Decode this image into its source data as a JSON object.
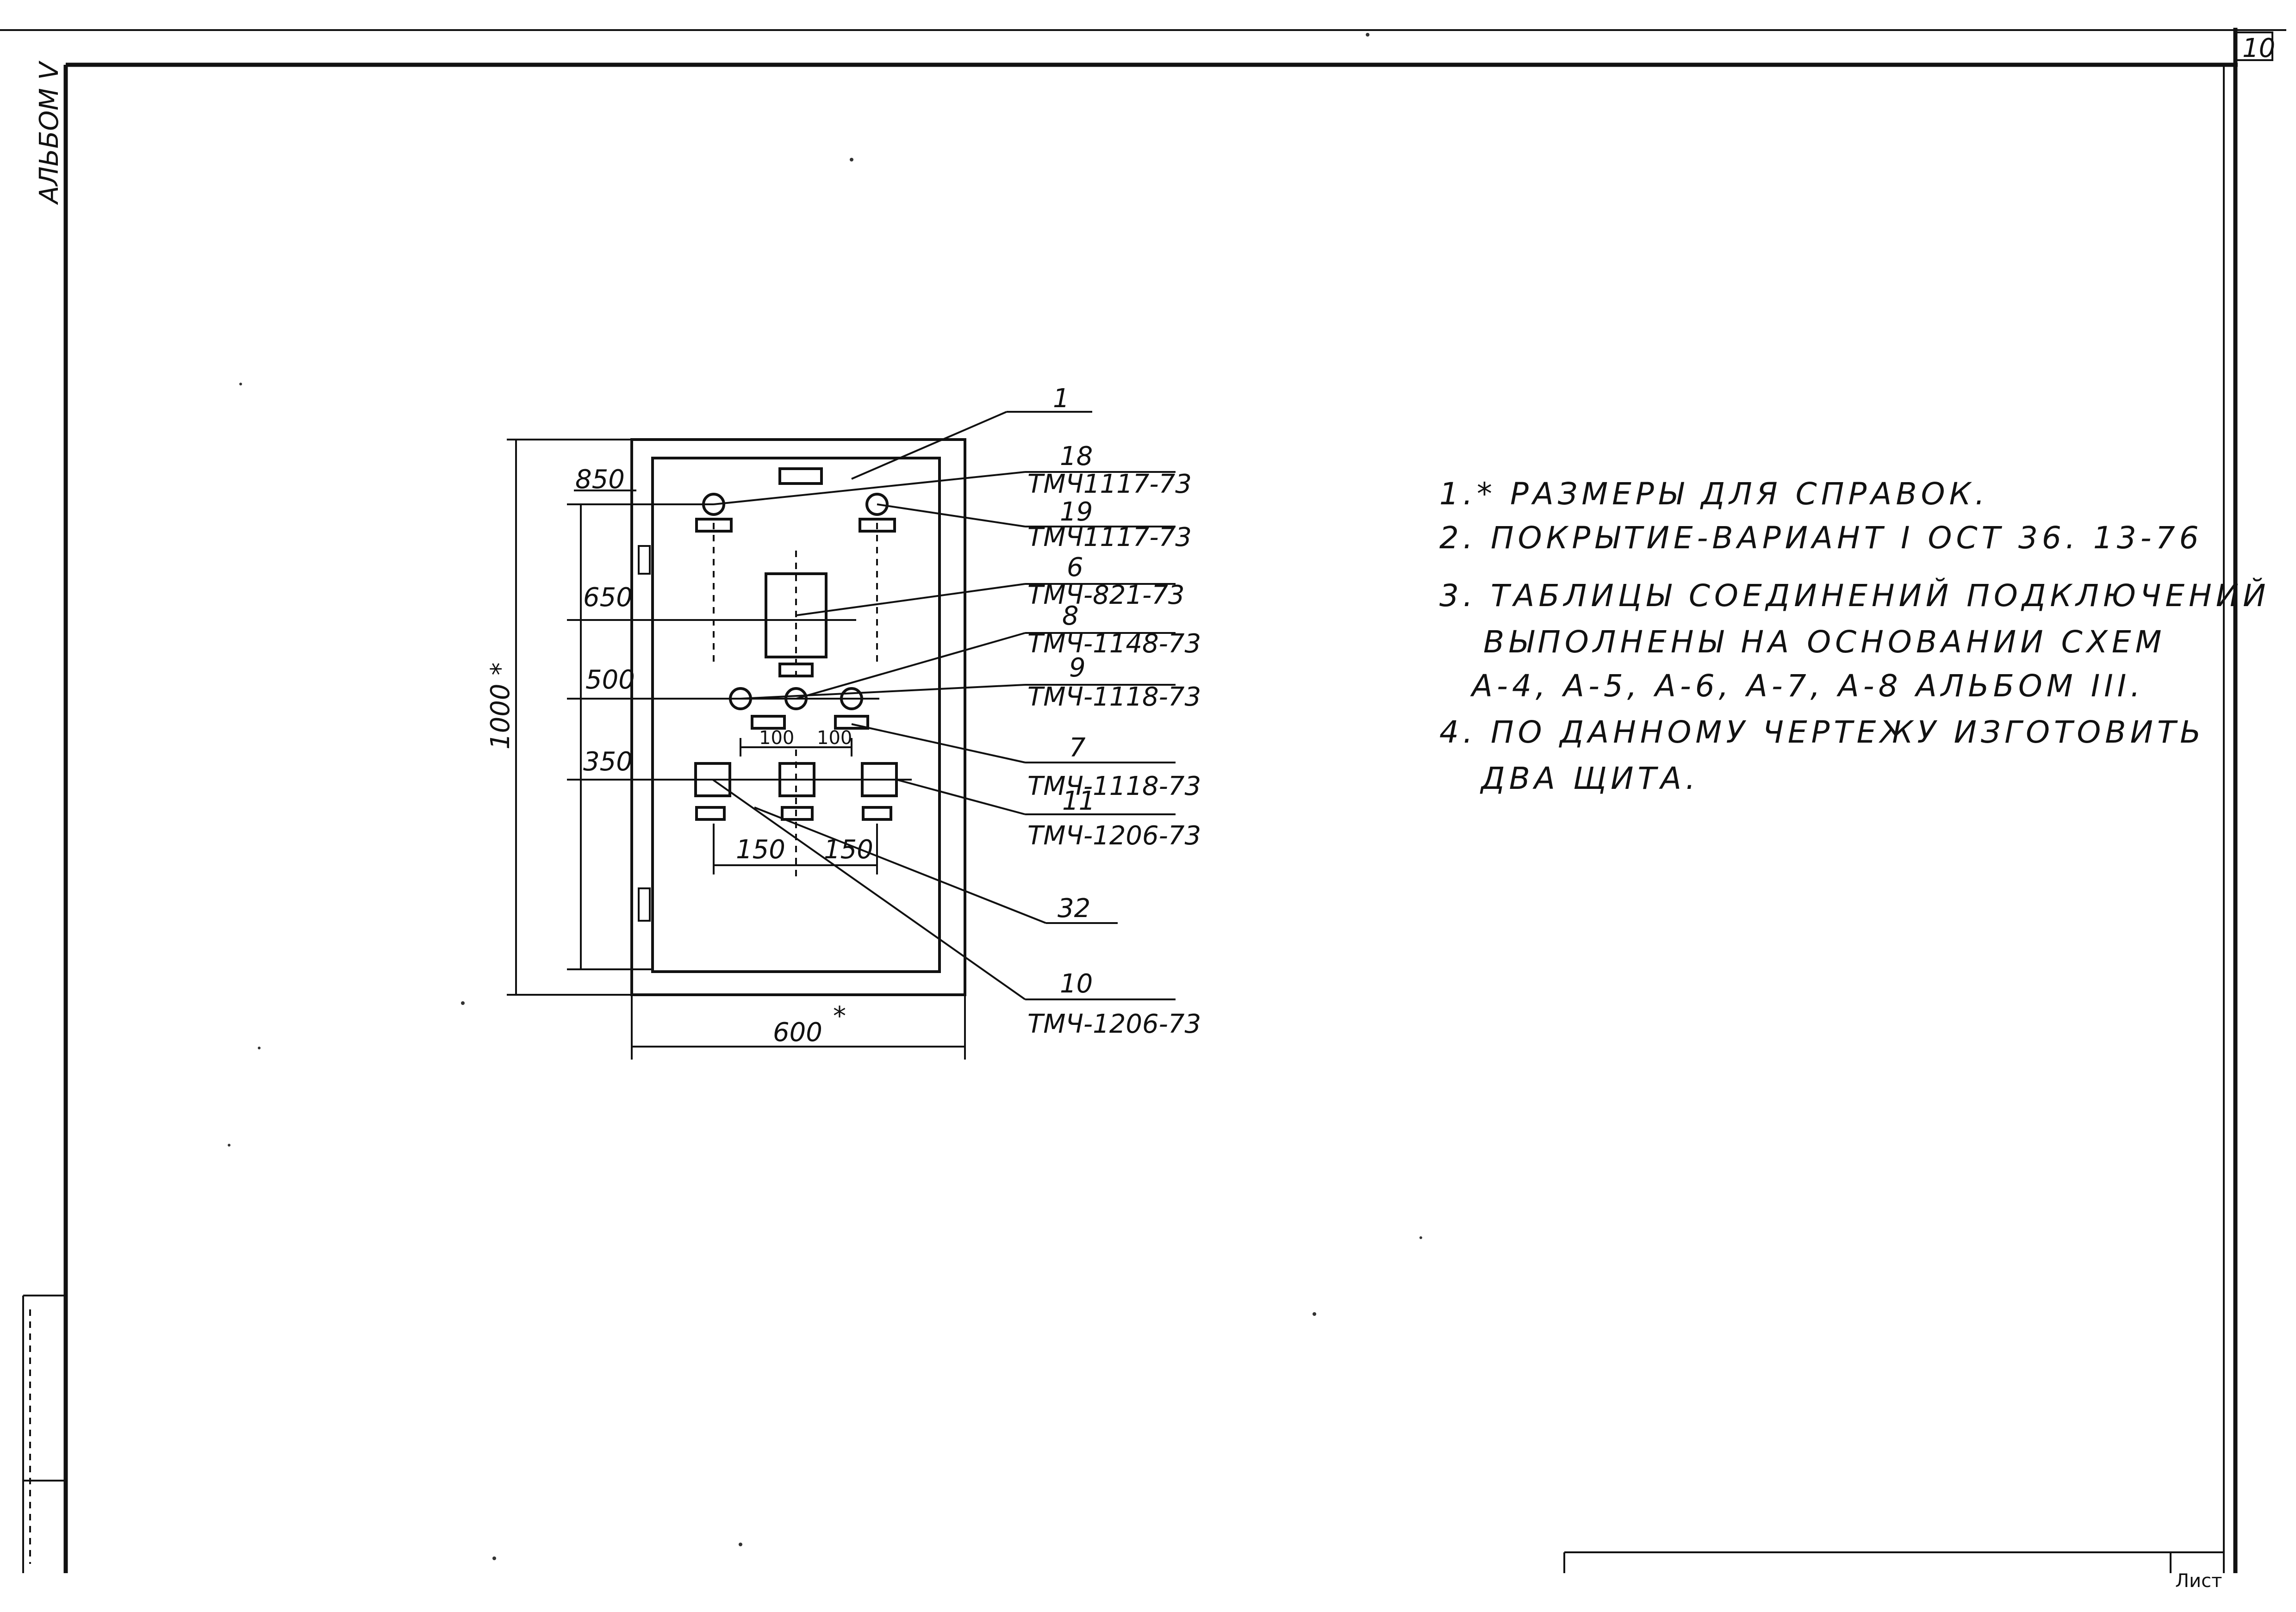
{
  "sheet": {
    "album": "АЛЬБОМ V",
    "sheet_number": "10",
    "title_block_label": "Лист"
  },
  "panel_drawing": {
    "dimensions": {
      "height_total": "1000 *",
      "width_total": "600",
      "width_star": "*",
      "level_850": "850",
      "level_650": "650",
      "level_500": "500",
      "level_350": "350",
      "spacing_100_left": "100",
      "spacing_100_right": "100",
      "spacing_150_left": "150",
      "spacing_150_right": "150"
    },
    "callouts": [
      {
        "number": "1",
        "code": ""
      },
      {
        "number": "18",
        "code": "ТМЧ1117-73"
      },
      {
        "number": "19",
        "code": "ТМЧ1117-73"
      },
      {
        "number": "6",
        "code": "ТМЧ-821-73"
      },
      {
        "number": "8",
        "code": "ТМЧ-1148-73"
      },
      {
        "number": "9",
        "code": "ТМЧ-1118-73"
      },
      {
        "number": "7",
        "code": "ТМЧ-1118-73"
      },
      {
        "number": "11",
        "code": "ТМЧ-1206-73"
      },
      {
        "number": "32",
        "code": ""
      },
      {
        "number": "10",
        "code": "ТМЧ-1206-73"
      }
    ]
  },
  "notes": [
    "1.* РАЗМЕРЫ ДЛЯ СПРАВОК.",
    "2. ПОКРЫТИЕ-ВАРИАНТ I ОСТ 36. 13-76",
    "3. ТАБЛИЦЫ СОЕДИНЕНИЙ ПОДКЛЮЧЕНИЙ",
    "ВЫПОЛНЕНЫ НА ОСНОВАНИИ СХЕМ",
    "А-4, А-5, А-6, А-7, А-8 АЛЬБОМ III.",
    "4. ПО ДАННОМУ ЧЕРТЕЖУ ИЗГОТОВИТЬ",
    "ДВА ЩИТА."
  ]
}
